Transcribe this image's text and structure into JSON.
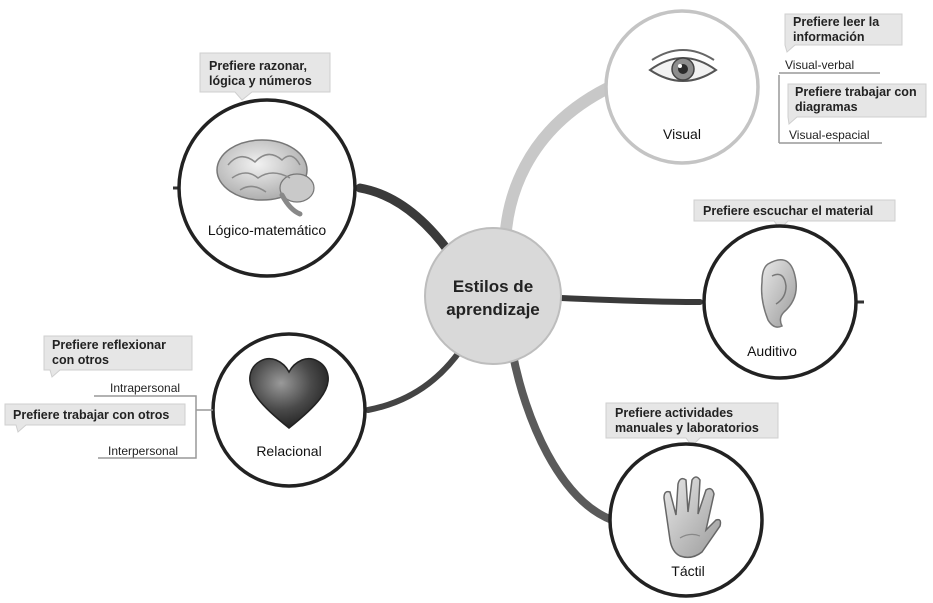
{
  "center": {
    "line1": "Estilos de",
    "line2": "aprendizaje"
  },
  "nodes": {
    "logico": {
      "label": "Lógico-matemático",
      "icon": "brain-icon",
      "callout": {
        "line1": "Prefiere razonar,",
        "line2": "lógica y números"
      }
    },
    "visual": {
      "label": "Visual",
      "icon": "eye-icon",
      "subs": [
        {
          "callout_line1": "Prefiere leer la",
          "callout_line2": "información",
          "label": "Visual-verbal"
        },
        {
          "callout_line1": "Prefiere trabajar con",
          "callout_line2": "diagramas",
          "label": "Visual-espacial"
        }
      ]
    },
    "auditivo": {
      "label": "Auditivo",
      "icon": "ear-icon",
      "callout": {
        "line1": "Prefiere escuchar el material"
      }
    },
    "tactil": {
      "label": "Táctil",
      "icon": "hand-icon",
      "callout": {
        "line1": "Prefiere actividades",
        "line2": "manuales y laboratorios"
      }
    },
    "relacional": {
      "label": "Relacional",
      "icon": "heart-icon",
      "subs": [
        {
          "callout_line1": "Prefiere reflexionar",
          "callout_line2": "con otros",
          "label": "Intrapersonal"
        },
        {
          "callout_line1": "Prefiere trabajar con otros",
          "label": "Interpersonal"
        }
      ]
    }
  },
  "colors": {
    "center_fill": "#d9d9d9",
    "callout_fill": "#e6e6e6",
    "branch_dark": "#3a3a3a",
    "branch_light": "#c8c8c8"
  }
}
